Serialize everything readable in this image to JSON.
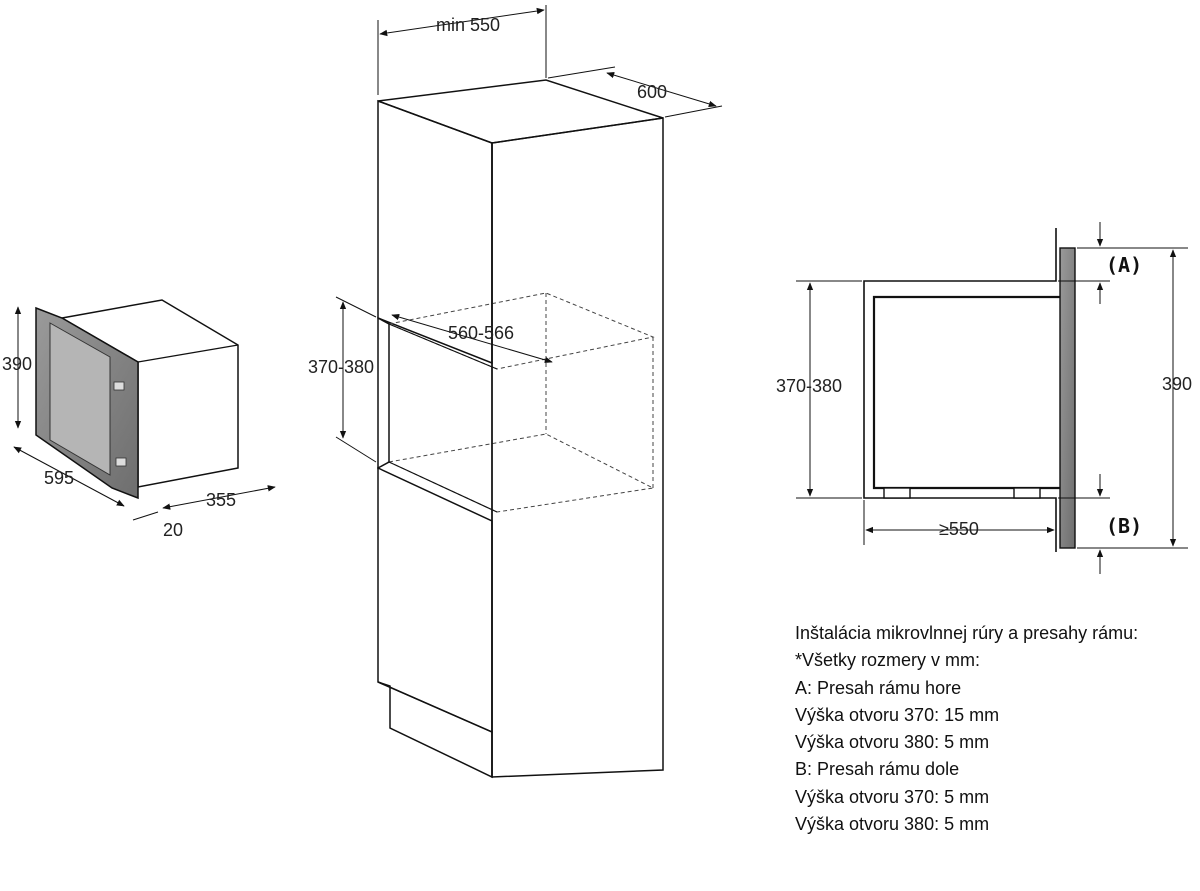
{
  "microwave": {
    "height": "390",
    "width": "595",
    "depth": "355",
    "frame": "20"
  },
  "cabinet": {
    "min_width": "min 550",
    "depth": "600",
    "opening_width": "560-566",
    "opening_height": "370-380"
  },
  "section": {
    "opening_height": "370-380",
    "frame_height": "390",
    "min_depth": "≥550",
    "label_a": "(A)",
    "label_b": "(B)"
  },
  "notes": {
    "lines": [
      "Inštalácia mikrovlnnej rúry a presahy rámu:",
      "*Všetky rozmery v mm:",
      "A: Presah rámu hore",
      "Výška otvoru 370: 15 mm",
      "Výška otvoru 380: 5 mm",
      "B: Presah rámu dole",
      "Výška otvoru 370: 5 mm",
      "Výška otvoru 380: 5 mm"
    ]
  },
  "colors": {
    "line": "#111111",
    "frame_fill": "#8a8a8a",
    "background": "#ffffff"
  }
}
